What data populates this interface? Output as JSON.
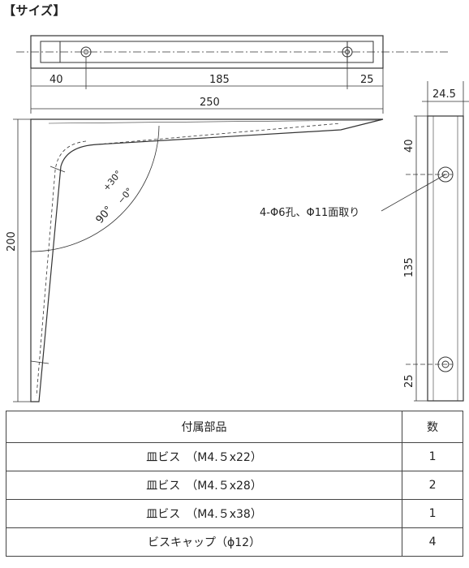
{
  "title": "【サイズ】",
  "dimensions": {
    "top_left": "40",
    "top_middle": "185",
    "top_right": "25",
    "overall_length": "250",
    "height": "200",
    "side_width": "24.5",
    "side_top": "40",
    "side_middle": "135",
    "side_bottom": "25",
    "angle_main": "90°",
    "angle_plus": "+30°",
    "angle_minus": "−0°"
  },
  "hole_note": "4-Φ6孔、Φ11面取り",
  "parts_table": {
    "header_item": "付属部品",
    "header_qty": "数",
    "rows": [
      {
        "item": "皿ビス　（M4.５x22）",
        "qty": "1"
      },
      {
        "item": "皿ビス　（M4.５x28）",
        "qty": "2"
      },
      {
        "item": "皿ビス　（M4.５x38）",
        "qty": "1"
      },
      {
        "item": "ビスキャップ（ϕ12）",
        "qty": "4"
      }
    ]
  }
}
